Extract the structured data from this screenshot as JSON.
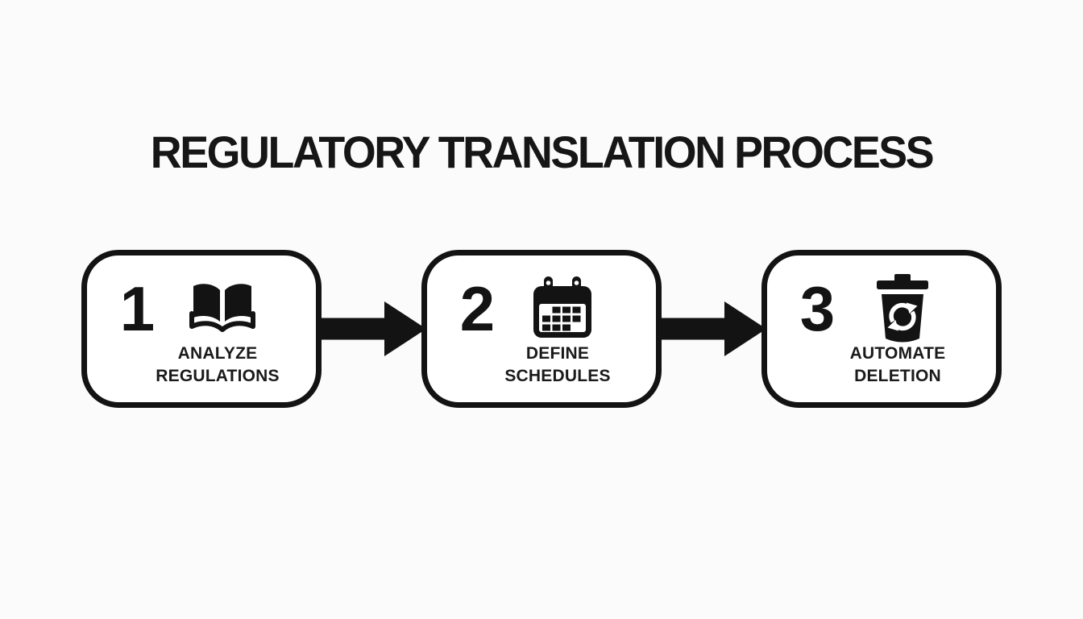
{
  "title": "REGULATORY TRANSLATION PROCESS",
  "diagram": {
    "steps": [
      {
        "number": "1",
        "icon": "open-book-icon",
        "label_line1": "ANALYZE",
        "label_line2": "REGULATIONS"
      },
      {
        "number": "2",
        "icon": "calendar-icon",
        "label_line1": "DEFINE",
        "label_line2": "SCHEDULES"
      },
      {
        "number": "3",
        "icon": "trash-recycle-icon",
        "label_line1": "AUTOMATE",
        "label_line2": "DELETION"
      }
    ],
    "connector": "right-arrow"
  },
  "colors": {
    "ink": "#131313",
    "background": "#fbfbfb",
    "box_fill": "#ffffff"
  }
}
